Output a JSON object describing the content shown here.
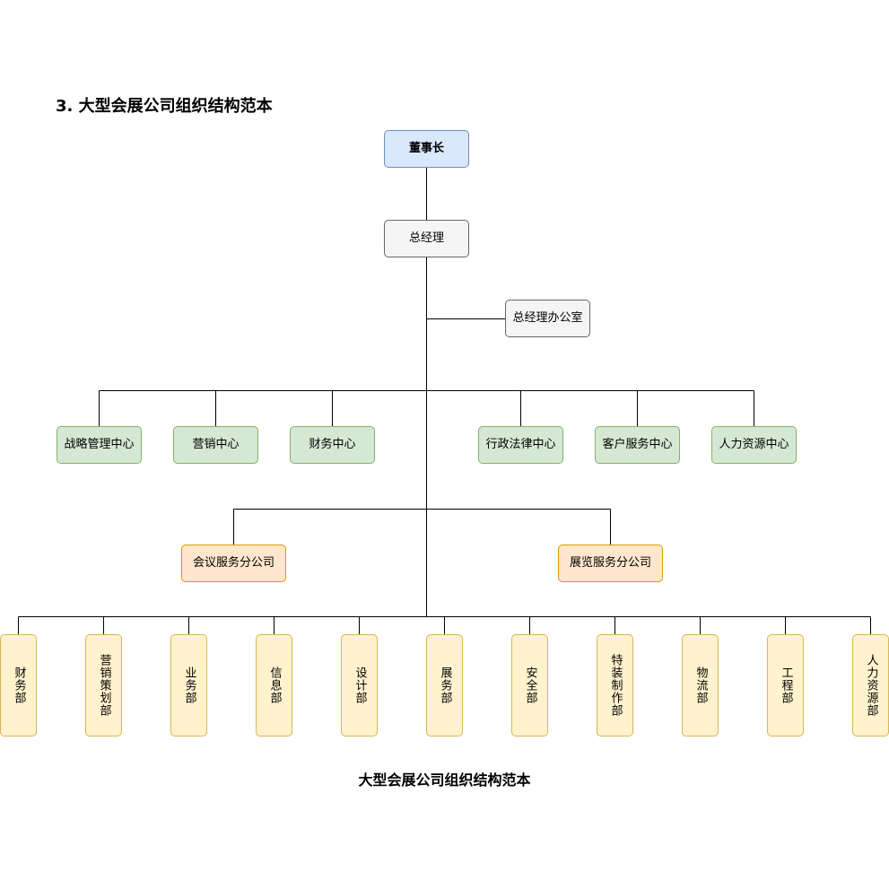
{
  "heading": "3. 大型会展公司组织结构范本",
  "caption": "大型会展公司组织结构范本",
  "chairman": "董事长",
  "general_manager": "总经理",
  "gm_office": "总经理办公室",
  "centers": [
    "战略管理中心",
    "营销中心",
    "财务中心",
    "行政法律中心",
    "客户服务中心",
    "人力资源中心"
  ],
  "subsidiaries": [
    "会议服务分公司",
    "展览服务分公司"
  ],
  "departments": [
    "财务部",
    "营销策划部",
    "业务部",
    "信息部",
    "设计部",
    "展务部",
    "安全部",
    "特装制作部",
    "物流部",
    "工程部",
    "人力资源部"
  ],
  "colors": {
    "chairman_fill": "#dae8fc",
    "chairman_stroke": "#6c8ebf",
    "gm_fill": "#f5f5f5",
    "gm_stroke": "#666666",
    "center_fill": "#d5e8d4",
    "center_stroke": "#82b366",
    "subsidiary_fill": "#ffe6cc",
    "subsidiary_stroke": "#d79b00",
    "department_fill": "#fff2cc",
    "department_stroke": "#d6b656"
  }
}
